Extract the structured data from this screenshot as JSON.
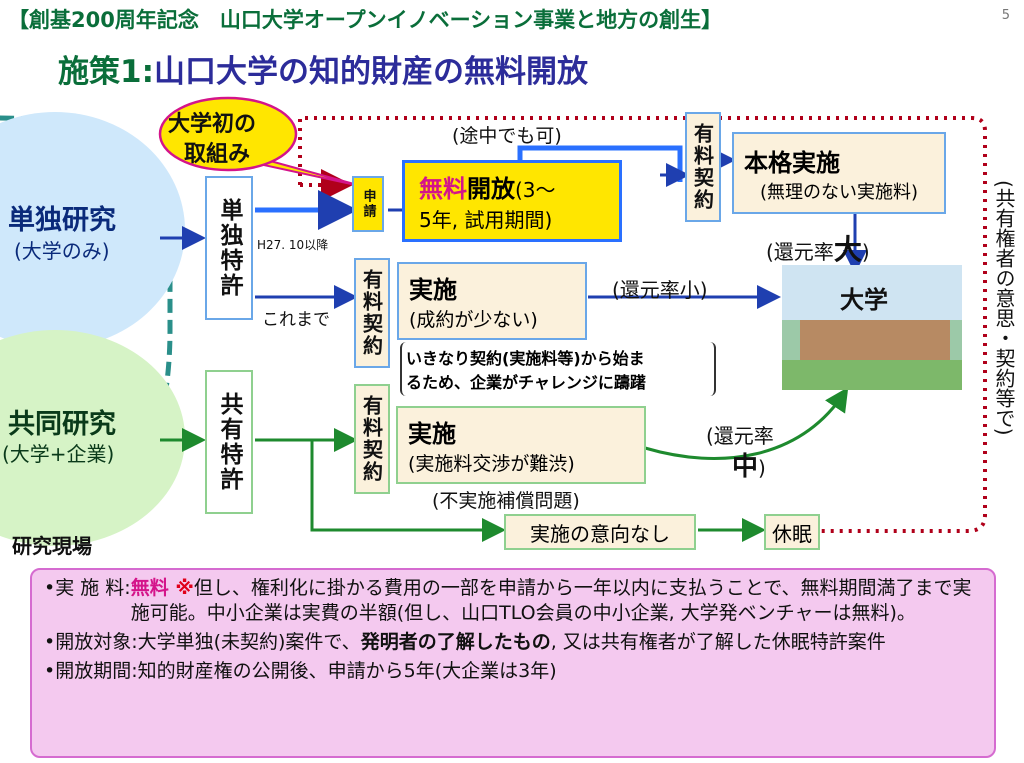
{
  "header": {
    "title": "【創基200周年記念　山口大学オープンイノベーション事業と地方の創生】",
    "page_number": "5"
  },
  "subtitle": {
    "prefix": "施策1:",
    "text": "山口大学の知的財産の無料開放"
  },
  "callout": {
    "line1": "大学初の",
    "line2": "取組み"
  },
  "left": {
    "solo": {
      "title": "単独研究",
      "sub": "(大学のみ)"
    },
    "joint": {
      "title": "共同研究",
      "sub": "(大学+企業)"
    },
    "field": "研究現場"
  },
  "patents": {
    "solo": "単独特許",
    "joint": "共有特許"
  },
  "apply": "申請",
  "free": {
    "prefix": "無料",
    "main": "開放",
    "rest1": "(3〜",
    "rest2": "5年, 試用期間)"
  },
  "midway": "(途中でも可)",
  "date_label": "H27. 10以降",
  "before_label": "これまで",
  "contracts": {
    "top": "有料契約",
    "mid": "有料契約",
    "low": "有料契約"
  },
  "full": {
    "title": "本格実施",
    "sub": "(無理のない実施料)"
  },
  "impl1": {
    "title": "実施",
    "sub": "(成約が少ない)"
  },
  "impl2": {
    "title": "実施",
    "sub": "(実施料交渉が難渋)"
  },
  "hesitate": {
    "line1": "いきなり契約(実施料等)から始ま",
    "line2": "るため、企業がチャレンジに躊躇"
  },
  "return_large": {
    "prefix": "(還元率",
    "big": "大",
    "suffix": ")"
  },
  "return_small": "(還元率小)",
  "return_mid": {
    "line1": "(還元率",
    "big": "中",
    "suffix": ")"
  },
  "no_compensation": "(不実施補償問題)",
  "no_intent": "実施の意向なし",
  "dormant": "休眠",
  "university": "大学",
  "right_note": "(共有権者の意思・契約等で)",
  "notes": [
    {
      "label": "•実 施 料:",
      "highlight": "無料",
      "mark": " ※",
      "text": "但し、権利化に掛かる費用の一部を申請から一年以内に支払うことで、無料期間満了まで実施可能。中小企業は実費の半額(但し、山口TLO会員の中小企業, 大学発ベンチャーは無料)。"
    },
    {
      "label": "•開放対象:",
      "pre": "大学単独(未契約)案件で、",
      "bold": "発明者の了解したもの",
      "text": ", 又は共有権者が了解した休眠特許案件"
    },
    {
      "label": "•開放期間:",
      "text": "知的財産権の公開後、申請から5年(大企業は3年)"
    }
  ],
  "colors": {
    "green": "#0a6e3a",
    "navy": "#2c2c9a",
    "blue_arrow": "#1f3fb0",
    "green_arrow": "#1e8a2e",
    "magenta": "#d4148a",
    "dotted_red": "#b0001a",
    "teal_dash": "#2a8f8a",
    "yellow": "#fff200"
  }
}
